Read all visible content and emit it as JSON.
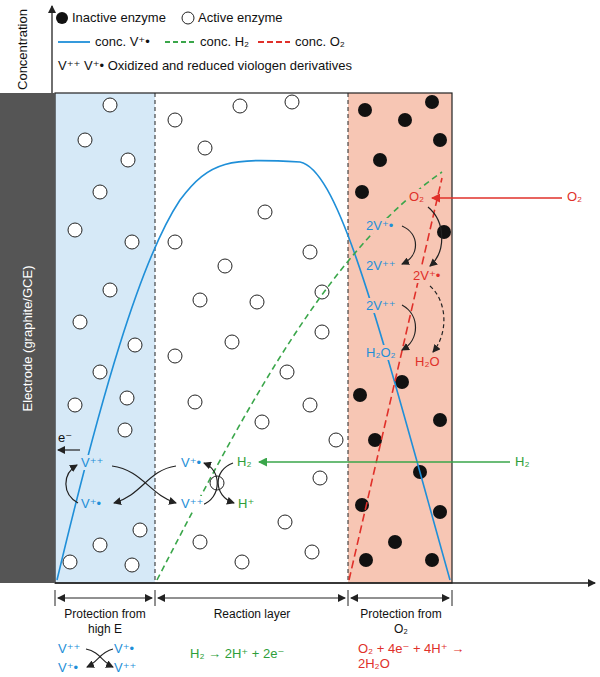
{
  "diagram": {
    "nodes": [
      {
        "text": [
          "Electrode (graphite/GCE)"
        ]
      }
    ],
    "labels": [
      "Concentration",
      "V⁺⁺ V⁺• Oxidized and reduced viologen derivatives",
      "e⁻",
      "V⁺⁺",
      "V⁺•",
      "V⁺•",
      "V⁺⁺",
      "H₂",
      "H⁺",
      "H₂",
      "O₂",
      "O₂",
      "2V⁺•",
      "2V⁺⁺",
      "2V⁺•",
      "2V⁺⁺",
      "H₂O₂",
      "H₂O",
      "Protection from high E",
      "Reaction layer",
      "Protection from O₂",
      "V⁺⁺",
      "V⁺•",
      "V⁺•",
      "V⁺⁺",
      "H₂ → 2H⁺ + 2e⁻",
      "O₂ + 4e⁻ + 4H⁺ → 2H₂O"
    ],
    "legend": [
      {
        "text": "Inactive enzyme"
      },
      {
        "text": "Active enzyme"
      },
      {
        "text": "conc. V⁺•"
      },
      {
        "text": "conc. H₂"
      },
      {
        "text": "conc. O₂"
      }
    ]
  }
}
